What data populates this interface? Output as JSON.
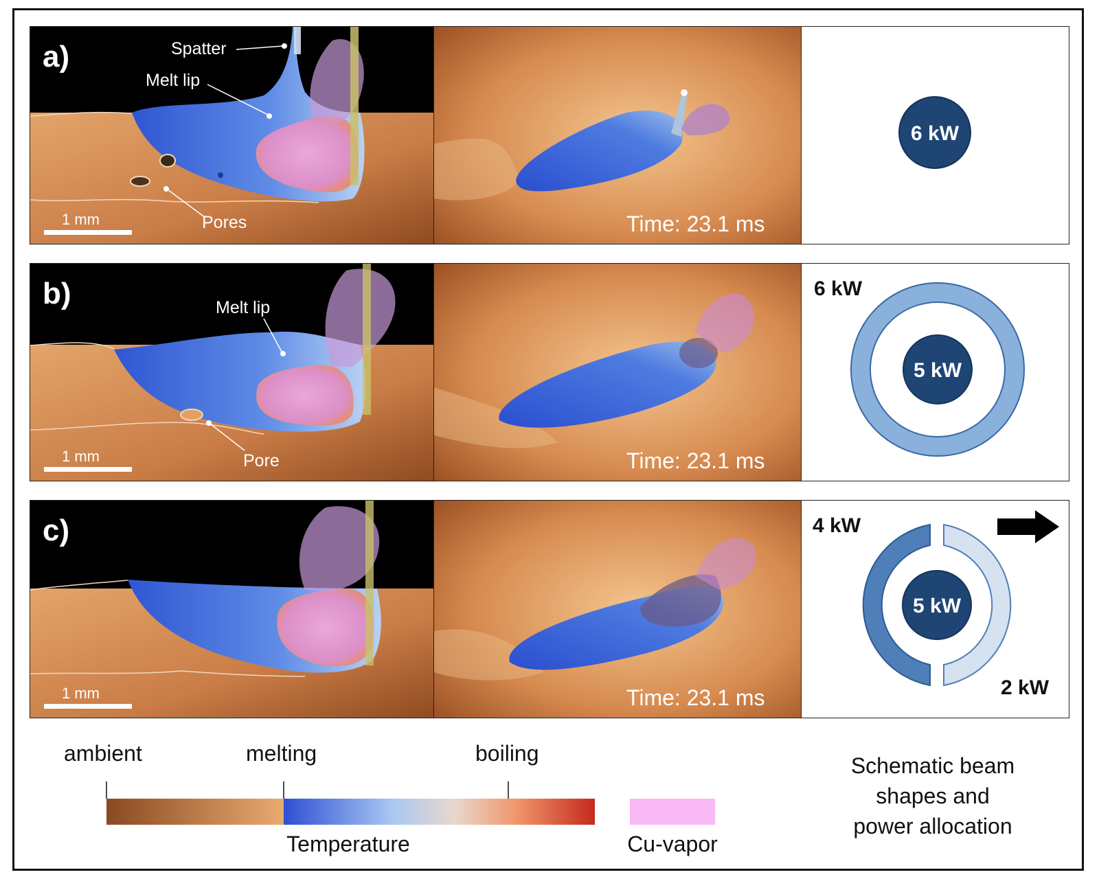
{
  "panels": [
    {
      "letter": "a)",
      "annotations": {
        "spatter": "Spatter",
        "melt_lip": "Melt lip",
        "pores": "Pores"
      },
      "scale_label": "1 mm",
      "time_label": "Time: 23.1 ms",
      "beam": {
        "center_label": "6 kW"
      }
    },
    {
      "letter": "b)",
      "annotations": {
        "melt_lip": "Melt lip",
        "pore": "Pore"
      },
      "scale_label": "1 mm",
      "time_label": "Time: 23.1 ms",
      "beam": {
        "outer_label": "6 kW",
        "center_label": "5 kW"
      }
    },
    {
      "letter": "c)",
      "scale_label": "1 mm",
      "time_label": "Time: 23.1 ms",
      "beam": {
        "left_label": "4 kW",
        "center_label": "5 kW",
        "right_label": "2 kW"
      }
    }
  ],
  "legend": {
    "ambient": "ambient",
    "melting": "melting",
    "boiling": "boiling",
    "temperature": "Temperature",
    "vapor": "Cu-vapor",
    "schematic_lines": [
      "Schematic beam",
      "shapes and",
      "power allocation"
    ]
  },
  "colors": {
    "copper_dark": "#8a4a22",
    "copper_light": "#e8a86a",
    "melt_blue": "#2f5bd6",
    "melt_light": "#a9c8f2",
    "hot_red": "#c42a1e",
    "vapor_pink": "#f8b8f4",
    "beam_dark": "#1f4575",
    "beam_mid": "#4e7fb8",
    "beam_light": "#8ab0dc",
    "beam_pale": "#d6e2f0"
  }
}
